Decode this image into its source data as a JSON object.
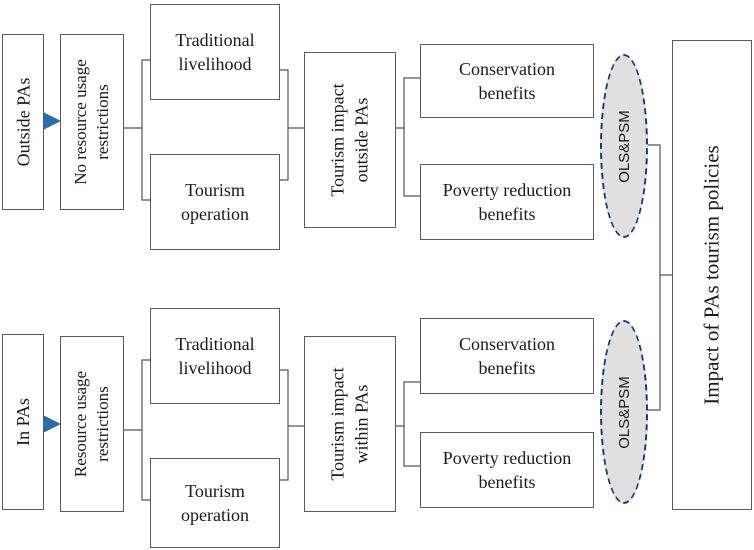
{
  "top": {
    "location": "Outside PAs",
    "restriction": "No resource usage restrictions",
    "traditional_line1": "Traditional",
    "traditional_line2": "livelihood",
    "tourism_line1": "Tourism",
    "tourism_line2": "operation",
    "impact_line1": "Tourism impact",
    "impact_line2": "outside PAs",
    "conservation_line1": "Conservation",
    "conservation_line2": "benefits",
    "poverty_line1": "Poverty reduction",
    "poverty_line2": "benefits",
    "method": "OLS&PSM"
  },
  "bottom": {
    "location": "In PAs",
    "restriction_line1": "Resource usage",
    "restriction_line2": "restrictions",
    "traditional_line1": "Traditional",
    "traditional_line2": "livelihood",
    "tourism_line1": "Tourism",
    "tourism_line2": "operation",
    "impact_line1": "Tourism impact",
    "impact_line2": "within PAs",
    "conservation_line1": "Conservation",
    "conservation_line2": "benefits",
    "poverty_line1": "Poverty reduction",
    "poverty_line2": "benefits",
    "method": "OLS&PSM"
  },
  "outcome": "Impact of PAs tourism policies",
  "colors": {
    "arrow": "#2e6da4",
    "ellipse_border": "#1f3864",
    "ellipse_fill": "#e0e0e0",
    "box_border": "#5a5a5a"
  }
}
